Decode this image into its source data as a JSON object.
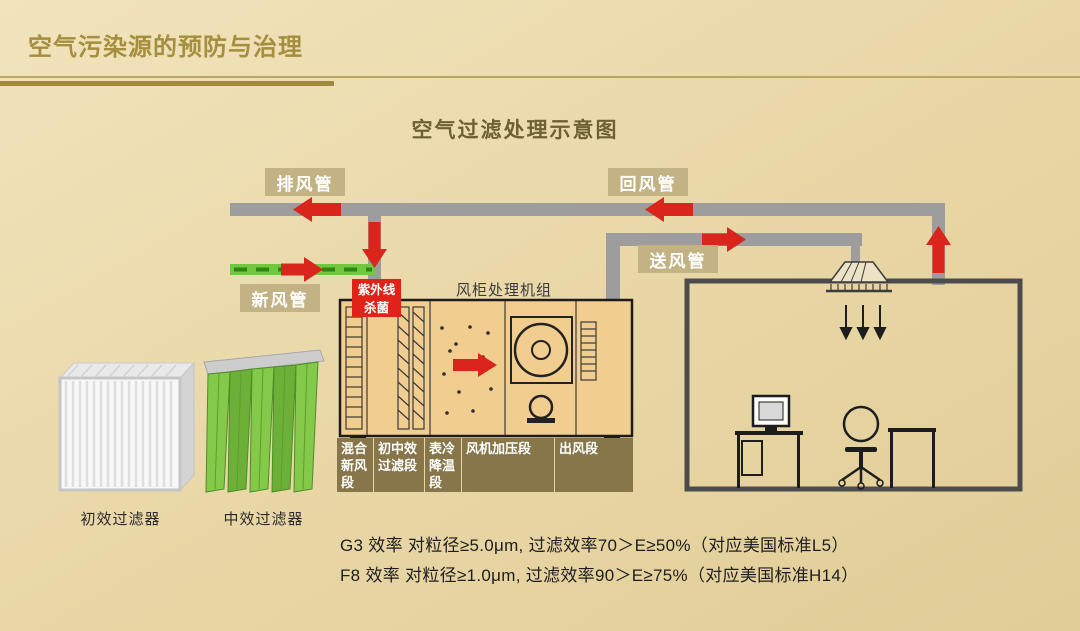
{
  "header": {
    "title": "空气污染源的预防与治理"
  },
  "diagram": {
    "title": "空气过滤处理示意图",
    "labels": {
      "exhaust_duct": "排风管",
      "return_duct": "回风管",
      "fresh_air_duct": "新风管",
      "supply_duct": "送风管",
      "uv_line1": "紫外线",
      "uv_line2": "杀菌",
      "ahu_unit": "风柜处理机组"
    },
    "ahu_sections": [
      {
        "label": "混合新风段"
      },
      {
        "label": "初中效过滤段"
      },
      {
        "label": "表冷降温段"
      },
      {
        "label": "风机加压段"
      },
      {
        "label": "出风段"
      }
    ],
    "filters": [
      {
        "caption": "初效过滤器"
      },
      {
        "caption": "中效过滤器"
      }
    ]
  },
  "notes": {
    "line1": "G3 效率 对粒径≥5.0μm, 过滤效率70＞E≥50%（对应美国标准L5）",
    "line2": "F8 效率 对粒径≥1.0μm, 过滤效率90＞E≥75%（对应美国标准H14）"
  },
  "colors": {
    "background_tan": "#e9d7a7",
    "title_gold": "#a58e3d",
    "duct_gray": "#9d9d9d",
    "fresh_air_green": "#72c83c",
    "airflow_red": "#da251c",
    "duct_label_khaki": "#c3b283",
    "section_label_olive": "#87764a",
    "uv_label_red": "#e02318"
  }
}
